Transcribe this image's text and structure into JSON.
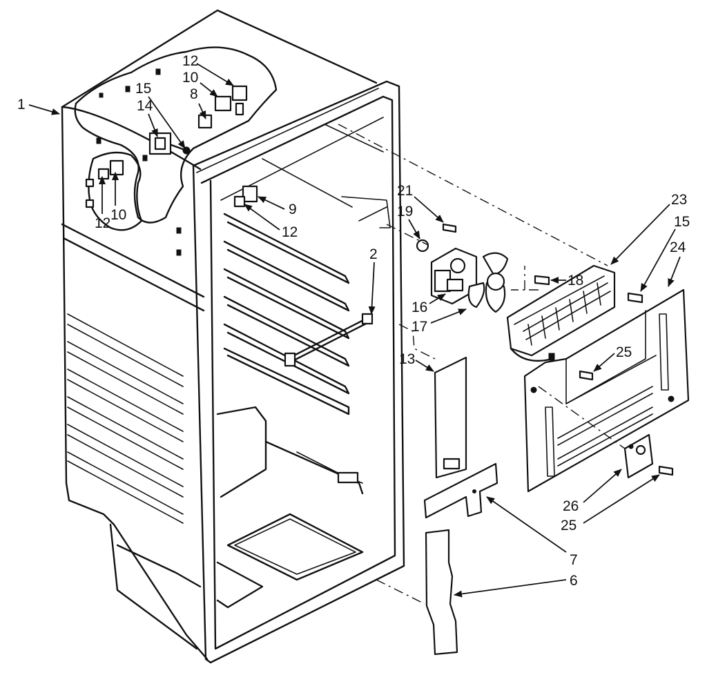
{
  "callouts": {
    "c1": "1",
    "c2": "2",
    "c6": "6",
    "c7": "7",
    "c8": "8",
    "c9": "9",
    "c10a": "10",
    "c10b": "10",
    "c12a": "12",
    "c12b": "12",
    "c12c": "12",
    "c13": "13",
    "c14": "14",
    "c15a": "15",
    "c15b": "15",
    "c16": "16",
    "c17": "17",
    "c18": "18",
    "c19": "19",
    "c21": "21",
    "c23": "23",
    "c24": "24",
    "c25a": "25",
    "c25b": "25",
    "c26": "26"
  },
  "colors": {
    "line": "#111111",
    "background": "#ffffff"
  }
}
